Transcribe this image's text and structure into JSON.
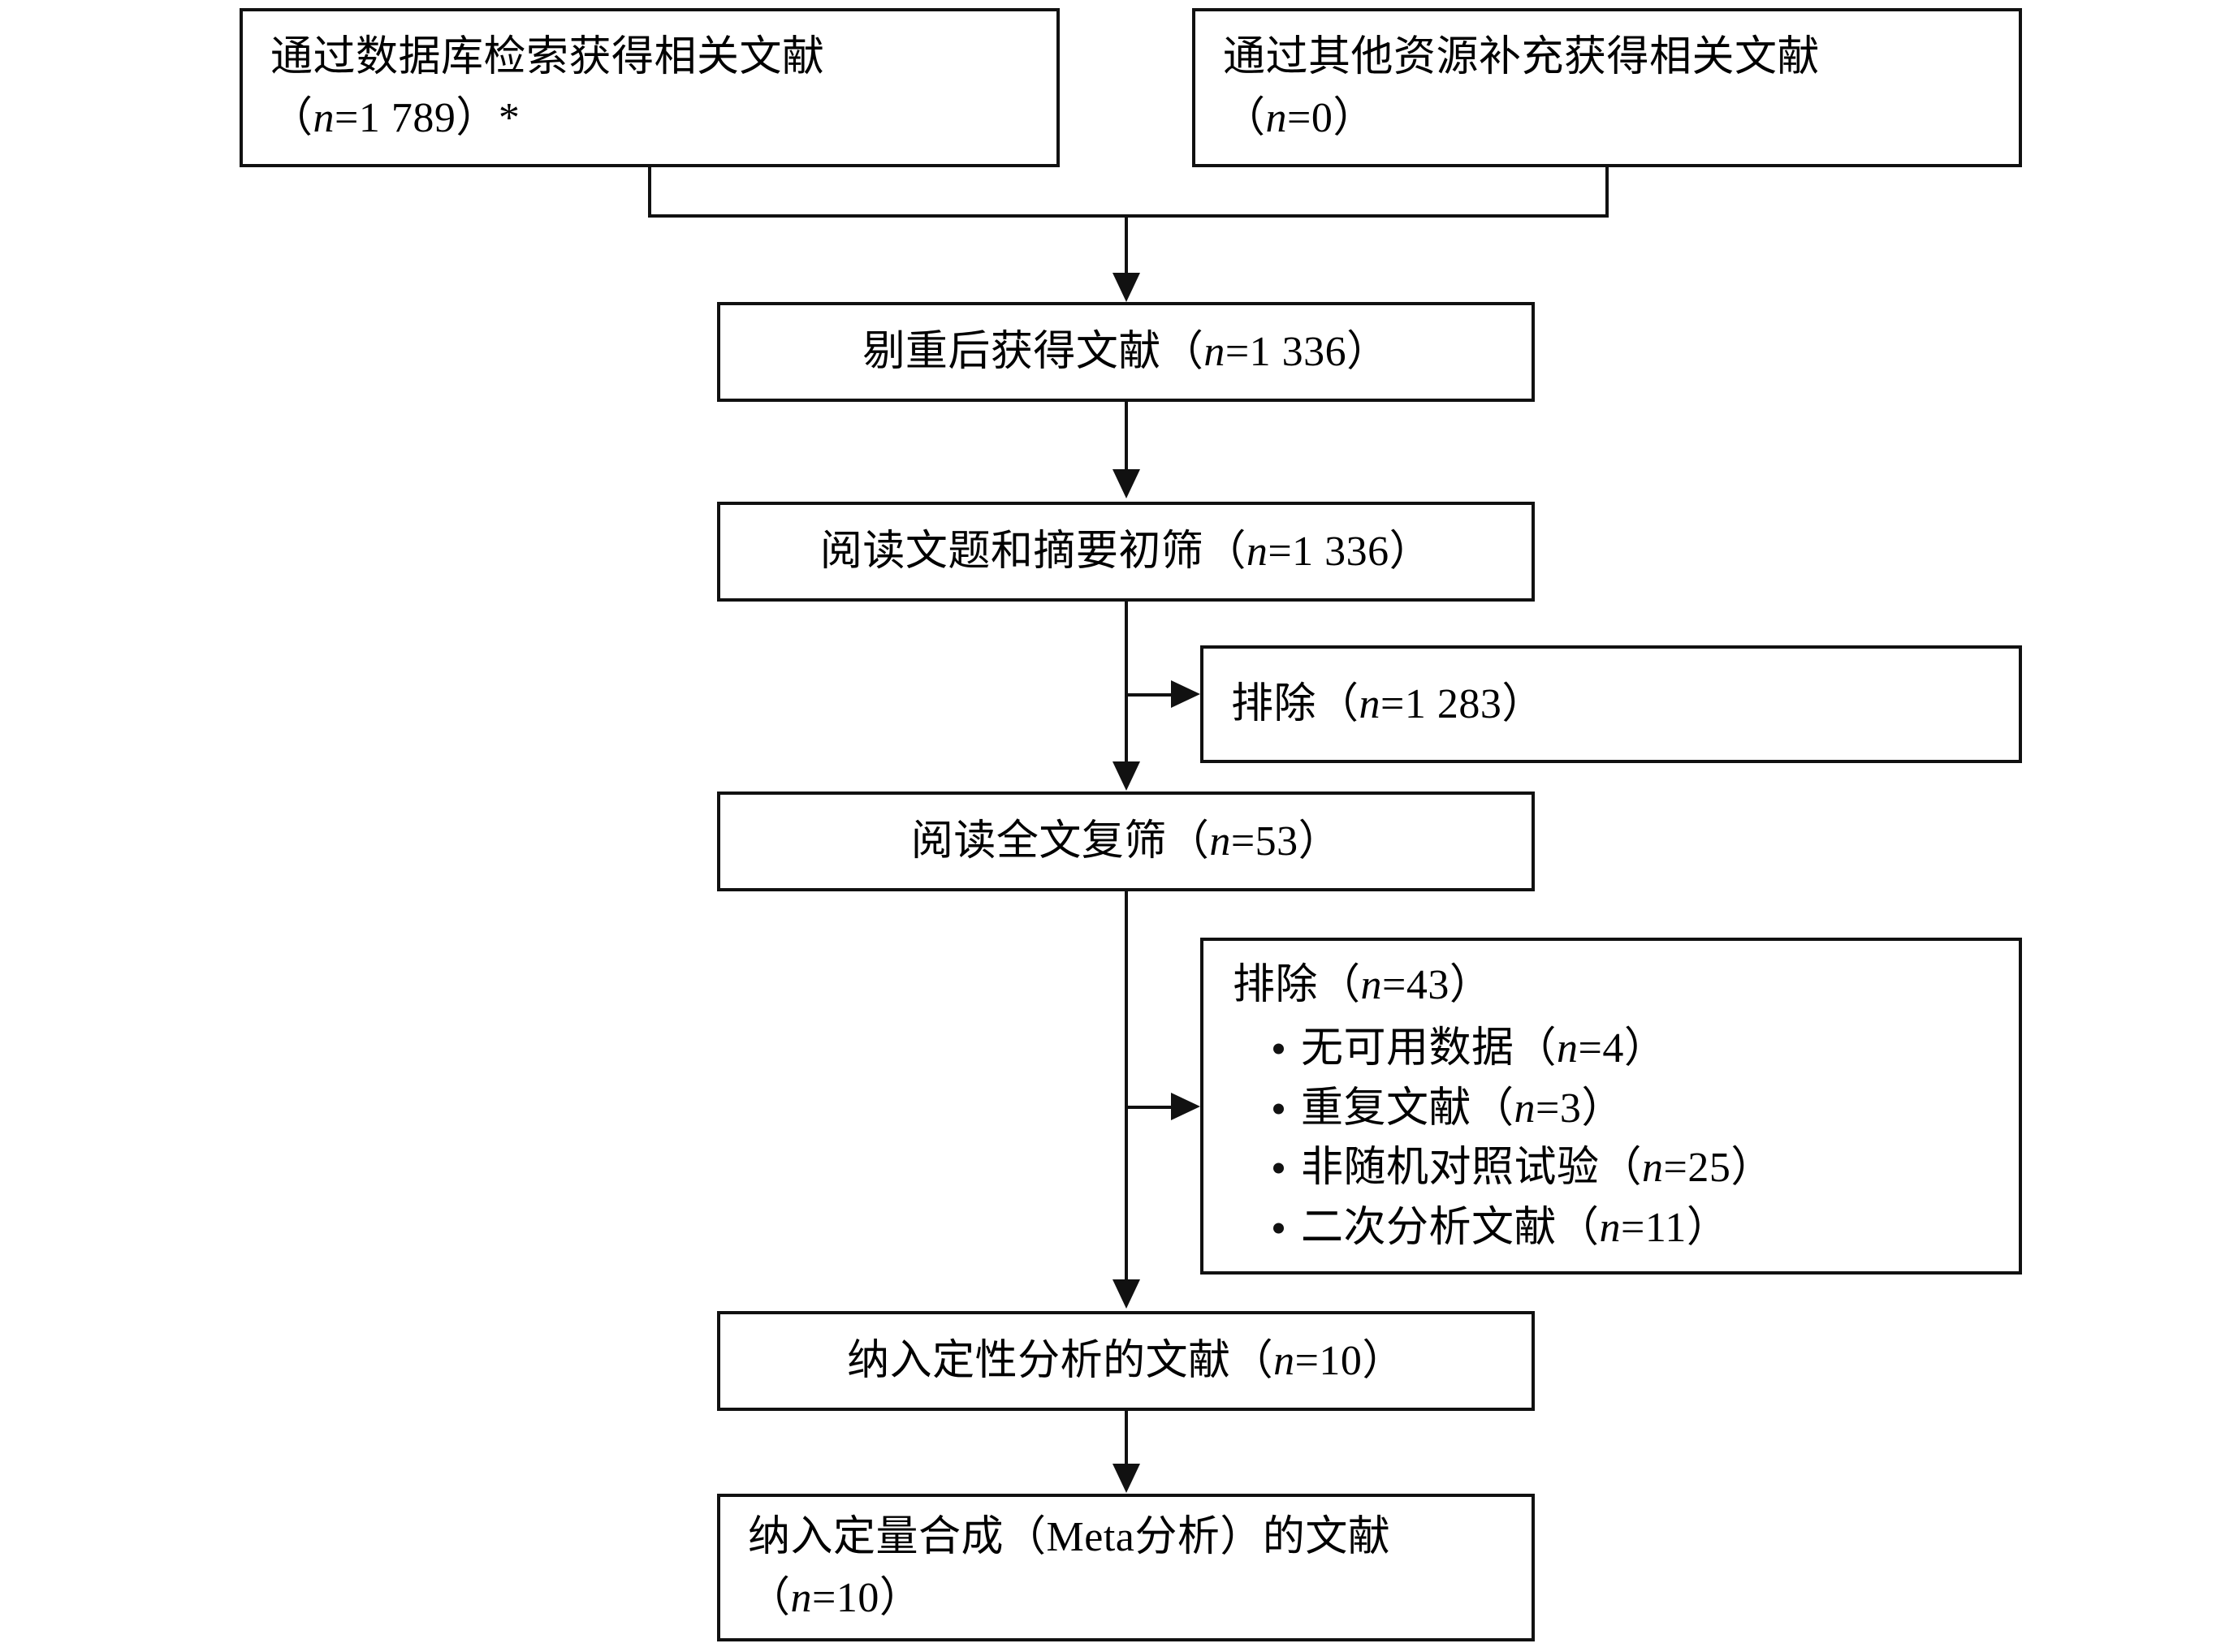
{
  "diagram": {
    "type": "prisma-flow-diagram",
    "language": "zh-CN",
    "line_color": "#111111",
    "background_color": "#ffffff",
    "nodes": {
      "database_search": {
        "line1": "通过数据库检索获得相关文献",
        "line2_prefix": "（",
        "line2_var": "n",
        "line2_value": "=1 789）*"
      },
      "other_sources": {
        "line1": "通过其他资源补充获得相关文献",
        "line2_prefix": "（",
        "line2_var": "n",
        "line2_value": "=0）"
      },
      "deduplicated": {
        "label": "剔重后获得文献（",
        "var": "n",
        "value": "=1 336）"
      },
      "title_abstract_screen": {
        "label": "阅读文题和摘要初筛（",
        "var": "n",
        "value": "=1 336）"
      },
      "excluded_screen": {
        "label": "排除（",
        "var": "n",
        "value": "=1 283）"
      },
      "fulltext_screen": {
        "label": "阅读全文复筛（",
        "var": "n",
        "value": "=53）"
      },
      "excluded_fulltext": {
        "heading_label": "排除（",
        "heading_var": "n",
        "heading_value": "=43）",
        "reasons": [
          {
            "label": "无可用数据（",
            "var": "n",
            "value": "=4）"
          },
          {
            "label": "重复文献（",
            "var": "n",
            "value": "=3）"
          },
          {
            "label": "非随机对照试验（",
            "var": "n",
            "value": "=25）"
          },
          {
            "label": "二次分析文献（",
            "var": "n",
            "value": "=11）"
          }
        ]
      },
      "qualitative_synthesis": {
        "label": "纳入定性分析的文献（",
        "var": "n",
        "value": "=10）"
      },
      "quantitative_synthesis": {
        "line1": "纳入定量合成（Meta分析）的文献",
        "line2_prefix": "（",
        "line2_var": "n",
        "line2_value": "=10）"
      }
    }
  }
}
